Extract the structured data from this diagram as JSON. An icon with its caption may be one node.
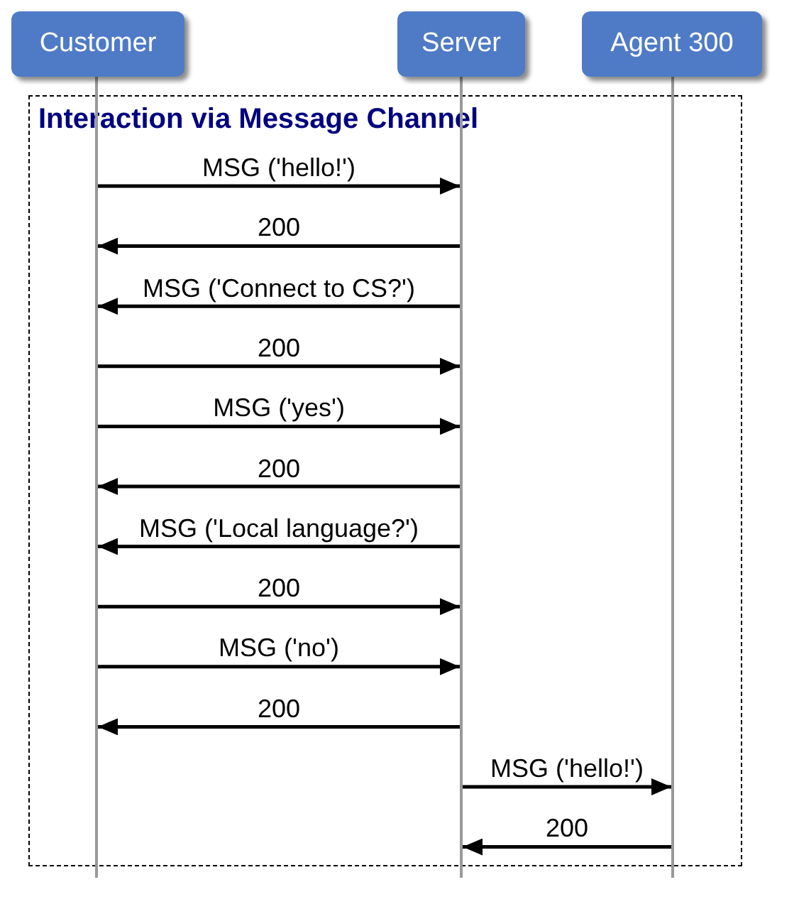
{
  "diagram": {
    "nodes": [
      {
        "text": [
          "Customer"
        ]
      },
      {
        "text": [
          "Server"
        ]
      },
      {
        "text": [
          "Agent 300"
        ]
      },
      {
        "text": [],
        "shape": "line"
      },
      {
        "text": [],
        "shape": "line"
      },
      {
        "text": [],
        "shape": "line"
      }
    ],
    "edges": [
      {
        "from": 3,
        "to": 4,
        "arrow": "to",
        "label": "MSG ('hello!')"
      },
      {
        "from": 4,
        "to": 3,
        "arrow": "to",
        "label": "200"
      },
      {
        "from": 4,
        "to": 3,
        "arrow": "to",
        "label": "MSG ('Connect to CS?')"
      },
      {
        "from": 3,
        "to": 4,
        "arrow": "to",
        "label": "200"
      },
      {
        "from": 3,
        "to": 4,
        "arrow": "to",
        "label": "MSG ('yes')"
      },
      {
        "from": 4,
        "to": 3,
        "arrow": "to",
        "label": "200"
      },
      {
        "from": 4,
        "to": 3,
        "arrow": "to",
        "label": "MSG ('Local language?')"
      },
      {
        "from": 3,
        "to": 4,
        "arrow": "to",
        "label": "200"
      },
      {
        "from": 3,
        "to": 4,
        "arrow": "to",
        "label": "MSG ('no')"
      },
      {
        "from": 4,
        "to": 3,
        "arrow": "to",
        "label": "200"
      },
      {
        "from": 4,
        "to": 5,
        "arrow": "to",
        "label": "MSG ('hello!')"
      },
      {
        "from": 5,
        "to": 4,
        "arrow": "to",
        "label": "200"
      }
    ],
    "labels": [
      "Interaction via Message Channel"
    ]
  }
}
